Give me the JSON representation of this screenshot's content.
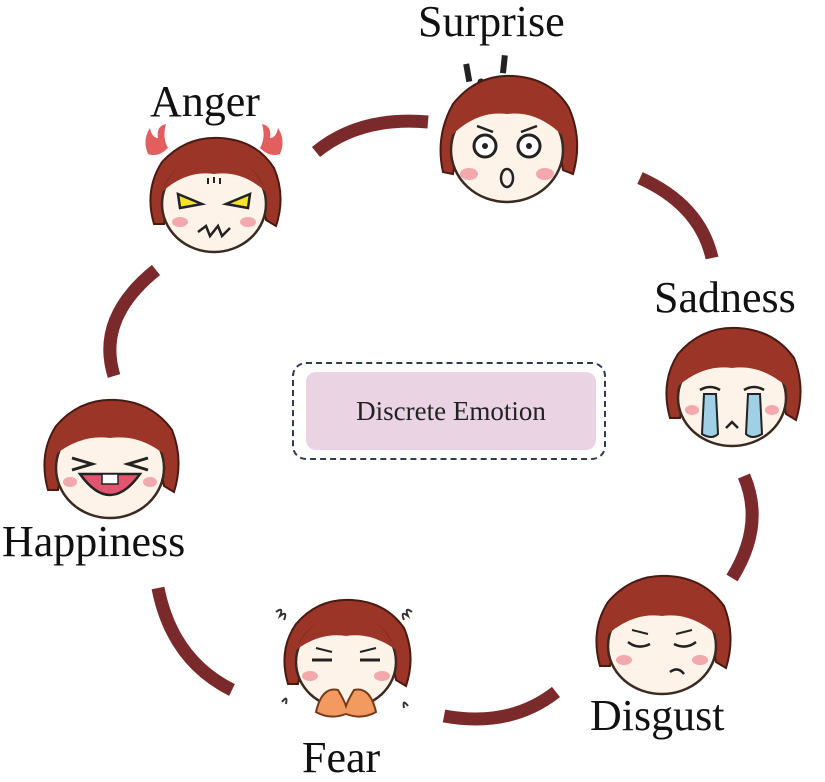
{
  "emotions": {
    "surprise": "Surprise",
    "anger": "Anger",
    "sadness": "Sadness",
    "happiness": "Happiness",
    "disgust": "Disgust",
    "fear": "Fear"
  },
  "center": {
    "label": "Discrete Emotion"
  },
  "colors": {
    "arc": "#7b2a2b",
    "hair": "#9b3527",
    "skin": "#fdf3e8",
    "cheek": "#f2a8ac",
    "center_fill": "#ead3e3",
    "center_border": "#2f3b4c",
    "tear": "#9fd0e6",
    "flame": "#e35e5e",
    "anger_eye": "#f5e22a",
    "fear_hands": "#f29a5f",
    "happy_mouth": "#e0566f"
  }
}
